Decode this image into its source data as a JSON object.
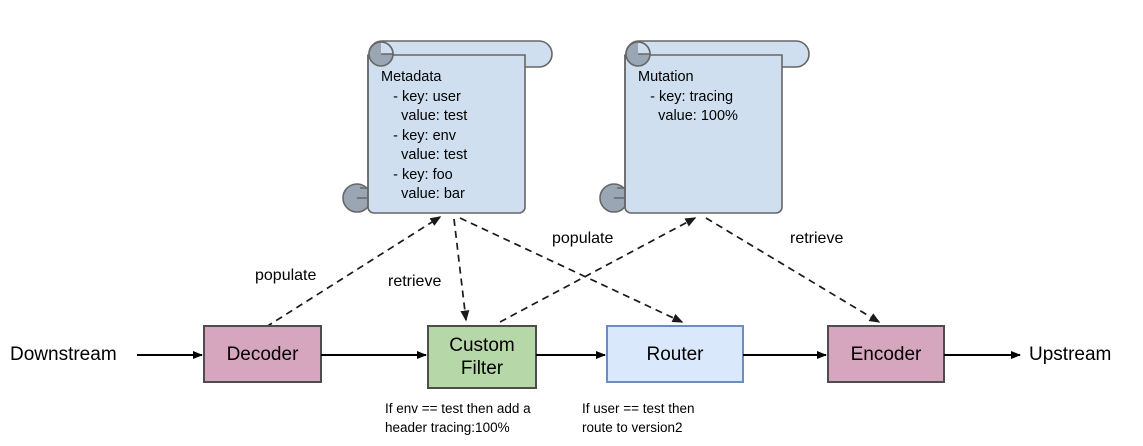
{
  "diagram": {
    "title": "Envoy filter chain with metadata and mutation scrolls",
    "background": "#ffffff",
    "colors": {
      "pink_fill": "#d5a6bd",
      "pink_stroke": "#4d4d4d",
      "green_fill": "#b6d7a8",
      "green_stroke": "#4d4d4d",
      "blue_fill": "#dae8fc",
      "blue_stroke": "#6c8ebf",
      "scroll_fill": "#cfdff0",
      "scroll_stroke": "#666666",
      "scroll_curl_fill": "#9aa6b4",
      "edge_solid": "#000000",
      "edge_dashed": "#333333"
    },
    "endpoints": {
      "downstream": "Downstream",
      "upstream": "Upstream"
    },
    "nodes": [
      {
        "id": "decoder",
        "label": "Decoder",
        "fill": "#d5a6bd"
      },
      {
        "id": "custom-filter",
        "label": "Custom\nFilter",
        "fill": "#b6d7a8"
      },
      {
        "id": "router",
        "label": "Router",
        "fill": "#dae8fc"
      },
      {
        "id": "encoder",
        "label": "Encoder",
        "fill": "#d5a6bd"
      }
    ],
    "scrolls": [
      {
        "id": "metadata",
        "title": "Metadata",
        "entries": [
          {
            "key": "- key: user",
            "value": "  value: test"
          },
          {
            "key": "- key: env",
            "value": "  value: test"
          },
          {
            "key": "- key: foo",
            "value": "  value: bar"
          }
        ],
        "text": "Metadata\n   - key: user\n     value: test\n   - key: env\n     value: test\n   - key: foo\n     value: bar"
      },
      {
        "id": "mutation",
        "title": "Mutation",
        "entries": [
          {
            "key": "- key: tracing",
            "value": "  value: 100%"
          }
        ],
        "text": "Mutation\n   - key: tracing\n     value: 100%"
      }
    ],
    "edge_labels": {
      "populate_left": "populate",
      "retrieve_left": "retrieve",
      "populate_right": "populate",
      "retrieve_right": "retrieve"
    },
    "captions": {
      "custom_filter": "If env == test then add a\nheader tracing:100%",
      "router": "If user == test then\nroute to version2"
    }
  }
}
